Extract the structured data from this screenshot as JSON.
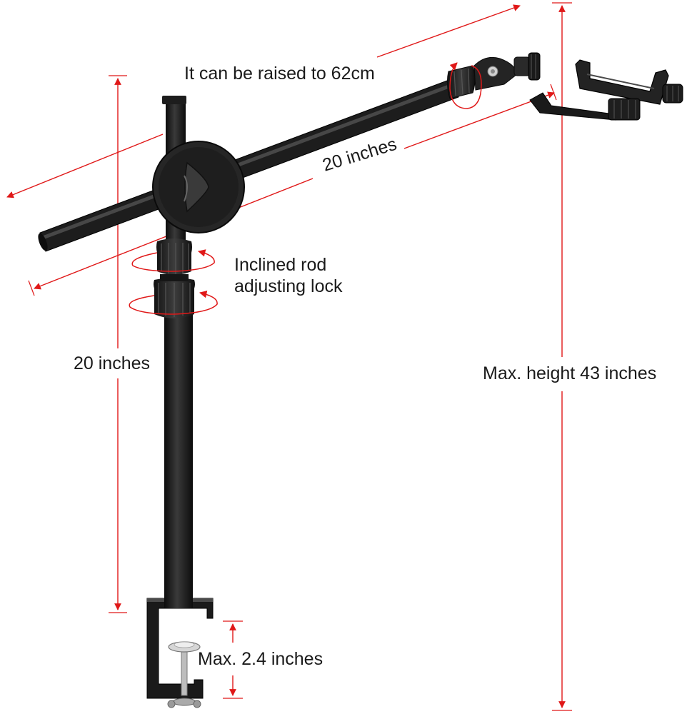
{
  "labels": {
    "raise": "It can be raised to 62cm",
    "arm_length": "20 inches",
    "lock_line1": "Inclined rod",
    "lock_line2": "adjusting lock",
    "pole_length": "20 inches",
    "max_height": "Max. height 43 inches",
    "clamp_opening": "Max. 2.4 inches"
  },
  "colors": {
    "dimension_line": "#e01818",
    "metal": "#1c1c1c",
    "text": "#1a1a1a",
    "background": "#ffffff"
  },
  "icons": [
    "rotate-arrow-icon",
    "dimension-arrow-icon"
  ]
}
